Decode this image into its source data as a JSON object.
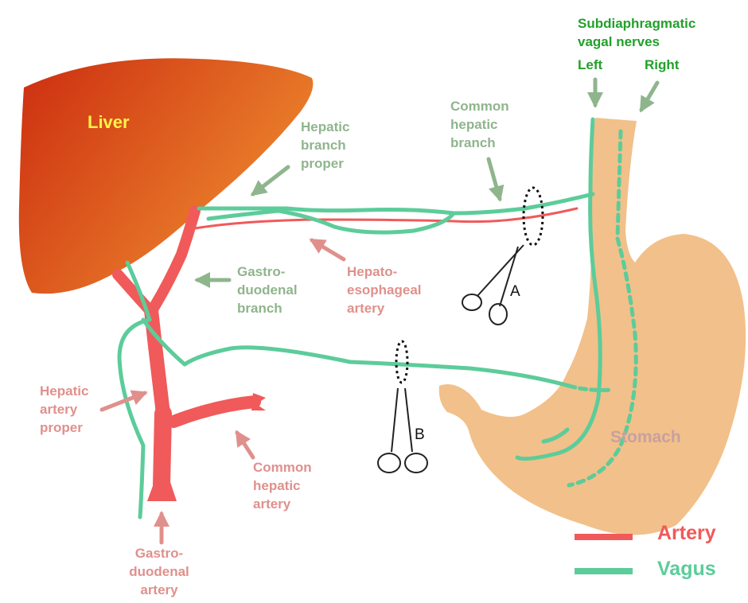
{
  "labels": {
    "liver": "Liver",
    "stomach": "Stomach",
    "subdiaphragmatic": [
      "Subdiaphragmatic",
      "vagal nerves"
    ],
    "left": "Left",
    "right": "Right",
    "common_hepatic_branch": [
      "Common",
      "hepatic",
      "branch"
    ],
    "hepatic_branch_proper": [
      "Hepatic",
      "branch",
      "proper"
    ],
    "gastroduodenal_branch": [
      "Gastro-",
      "duodenal",
      "branch"
    ],
    "hepatoesophageal_artery": [
      "Hepato-",
      "esophageal",
      "artery"
    ],
    "hepatic_artery_proper": [
      "Hepatic",
      "artery",
      "proper"
    ],
    "common_hepatic_artery": [
      "Common",
      "hepatic",
      "artery"
    ],
    "gastroduodenal_artery": [
      "Gastro-",
      "duodenal",
      "artery"
    ],
    "scissor_a": "A",
    "scissor_b": "B"
  },
  "legend": [
    {
      "label": "Artery",
      "color": "#f05a5a"
    },
    {
      "label": "Vagus",
      "color": "#5ccc9a"
    }
  ],
  "colors": {
    "artery": "#f05a5a",
    "vagus": "#5ccc9a",
    "liver_dark": "#cc2d10",
    "liver_light": "#ee8a2e",
    "stomach": "#f2c08a",
    "arrow_green": "#8fb58d",
    "arrow_red": "#e0908c"
  }
}
